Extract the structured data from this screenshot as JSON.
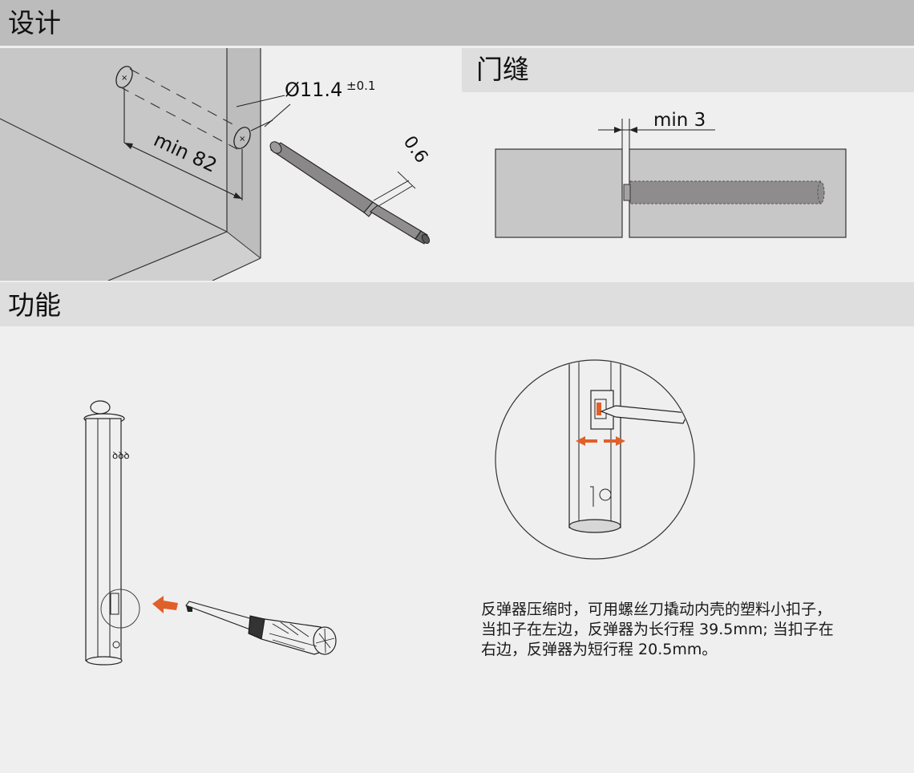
{
  "sections": {
    "design_title": "设计",
    "gap_title": "门缝",
    "function_title": "功能"
  },
  "design_figure": {
    "diameter_label": "Ø11.4",
    "tolerance_label": "±0.1",
    "depth_label": "min 82",
    "step_label": "0.6"
  },
  "gap_figure": {
    "gap_label": "min 3"
  },
  "function": {
    "description_lines": [
      "反弹器压缩时，可用螺丝刀撬动内壳的塑料小扣子，",
      "当扣子在左边，反弹器为长行程 39.5mm; 当扣子在",
      "右边，反弹器为短行程 20.5mm。"
    ]
  },
  "colors": {
    "header_bg": "#bdbcbd",
    "panel_bg": "#efefef",
    "cabinet_fill": "#c8c7c8",
    "rod_fill": "#8a8889",
    "arrow_orange": "#e0602a"
  }
}
